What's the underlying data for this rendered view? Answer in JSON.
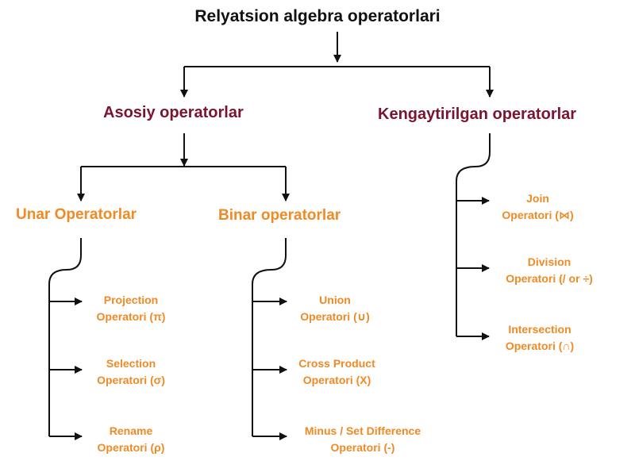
{
  "diagram": {
    "root": "Relyatsion algebra operatorlari",
    "basic": {
      "title": "Asosiy operatorlar",
      "unary": {
        "title": "Unar Operatorlar",
        "items": [
          {
            "line1": "Projection",
            "line2": "Operatori (π)"
          },
          {
            "line1": "Selection",
            "line2": "Operatori (σ)"
          },
          {
            "line1": "Rename",
            "line2": "Operatori (ρ)"
          }
        ]
      },
      "binary": {
        "title": "Binar operatorlar",
        "items": [
          {
            "line1": "Union",
            "line2": "Operatori (∪)"
          },
          {
            "line1": "Cross Product",
            "line2": "Operatori (X)"
          },
          {
            "line1": "Minus / Set Difference",
            "line2": "Operatori (-)"
          }
        ]
      }
    },
    "extended": {
      "title": "Kengaytirilgan operatorlar",
      "items": [
        {
          "line1": "Join",
          "line2": "Operatori (⋈)"
        },
        {
          "line1": "Division",
          "line2": "Operatori (/ or ÷)"
        },
        {
          "line1": "Intersection",
          "line2": "Operatori (∩)"
        }
      ]
    }
  },
  "colors": {
    "root_text": "#111111",
    "category_text": "#7b1430",
    "operator_text": "#f08a24",
    "connector": "#111111"
  }
}
